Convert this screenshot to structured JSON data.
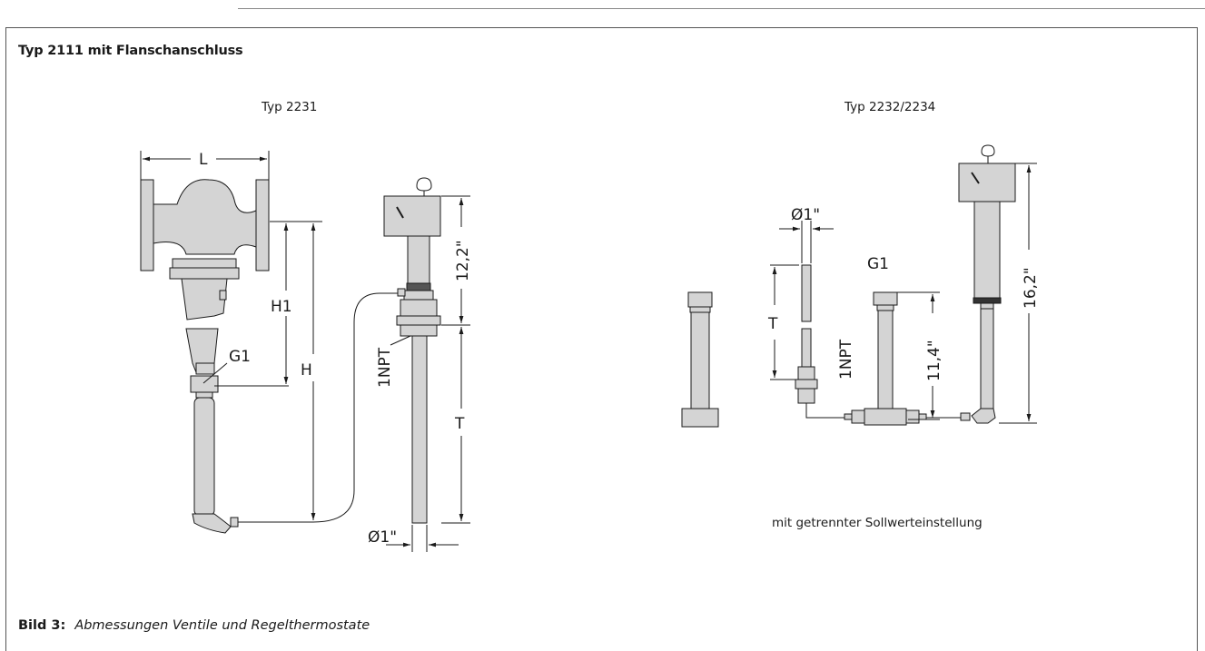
{
  "heading": "Typ 2111 mit Flanschanschluss",
  "left": {
    "title": "Typ 2231",
    "labels": {
      "L": "L",
      "H1": "H1",
      "H": "H",
      "G1": "G1",
      "npt": "1NPT",
      "dim122": "12,2\"",
      "T": "T",
      "dia": "Ø1\""
    }
  },
  "right": {
    "title": "Typ 2232/2234",
    "labels": {
      "dia": "Ø1\"",
      "T": "T",
      "G1": "G1",
      "npt": "1NPT",
      "dim114": "11,4\"",
      "dim162": "16,2\""
    },
    "note": "mit getrennter Sollwerteinstellung"
  },
  "caption": {
    "label": "Bild 3:",
    "text": "Abmessungen Ventile und Regelthermostate"
  },
  "colors": {
    "body_fill": "#d4d4d4",
    "line": "#1a1a1a"
  }
}
